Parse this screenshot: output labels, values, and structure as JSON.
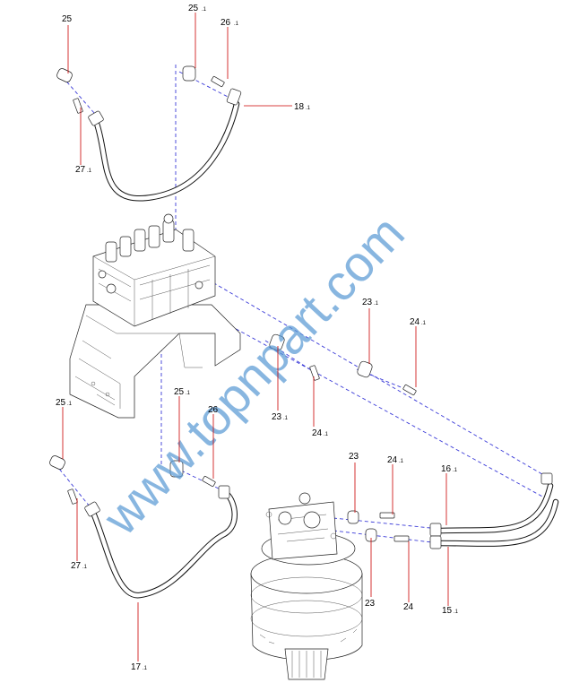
{
  "watermark": {
    "text": "www.topnpart.com",
    "color": "#5b9bd5"
  },
  "colors": {
    "leader": "#cc0000",
    "dashed": "#3a3ad8",
    "line": "#111111"
  },
  "callouts": {
    "c25a": "25",
    "c25b": "25",
    "c26a": "26",
    "c18": "18",
    "c27a": "27",
    "c23a": "23",
    "c24a": "24",
    "c23b": "23",
    "c24b": "24",
    "c25c": "25",
    "c25d": "25",
    "c26b": "26",
    "c27b": "27",
    "c17": "17",
    "c23c": "23",
    "c24c": "24",
    "c16": "16",
    "c23d": "23",
    "c24d": "24",
    "c15": "15"
  }
}
